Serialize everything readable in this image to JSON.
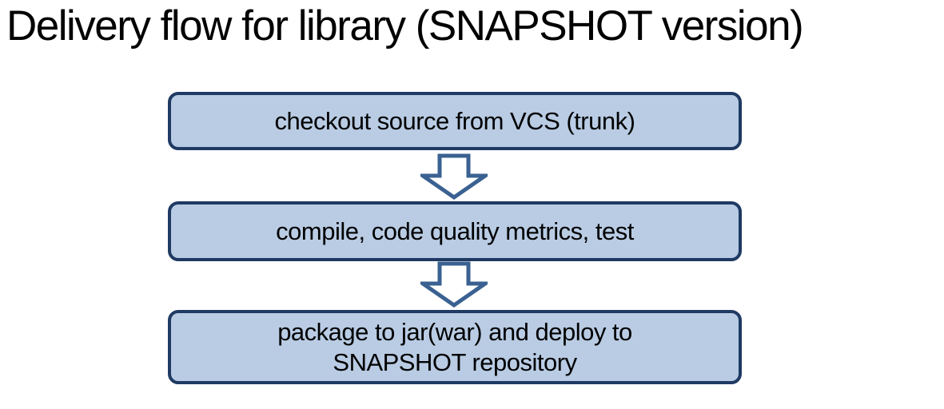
{
  "title": "Delivery flow for library (SNAPSHOT version)",
  "flow": {
    "steps": [
      {
        "label": "checkout source from VCS (trunk)"
      },
      {
        "label": "compile, code quality metrics, test"
      },
      {
        "label": "package to jar(war) and deploy to SNAPSHOT repository"
      }
    ],
    "connector_icon": "down-block-arrow"
  },
  "colors": {
    "background": "#ffffff",
    "box_fill": "#b9cce4",
    "box_border": "#1f3a63",
    "arrow_outline": "#3a6191",
    "arrow_fill": "#ffffff",
    "title_text": "#000000",
    "box_text": "#000000"
  }
}
